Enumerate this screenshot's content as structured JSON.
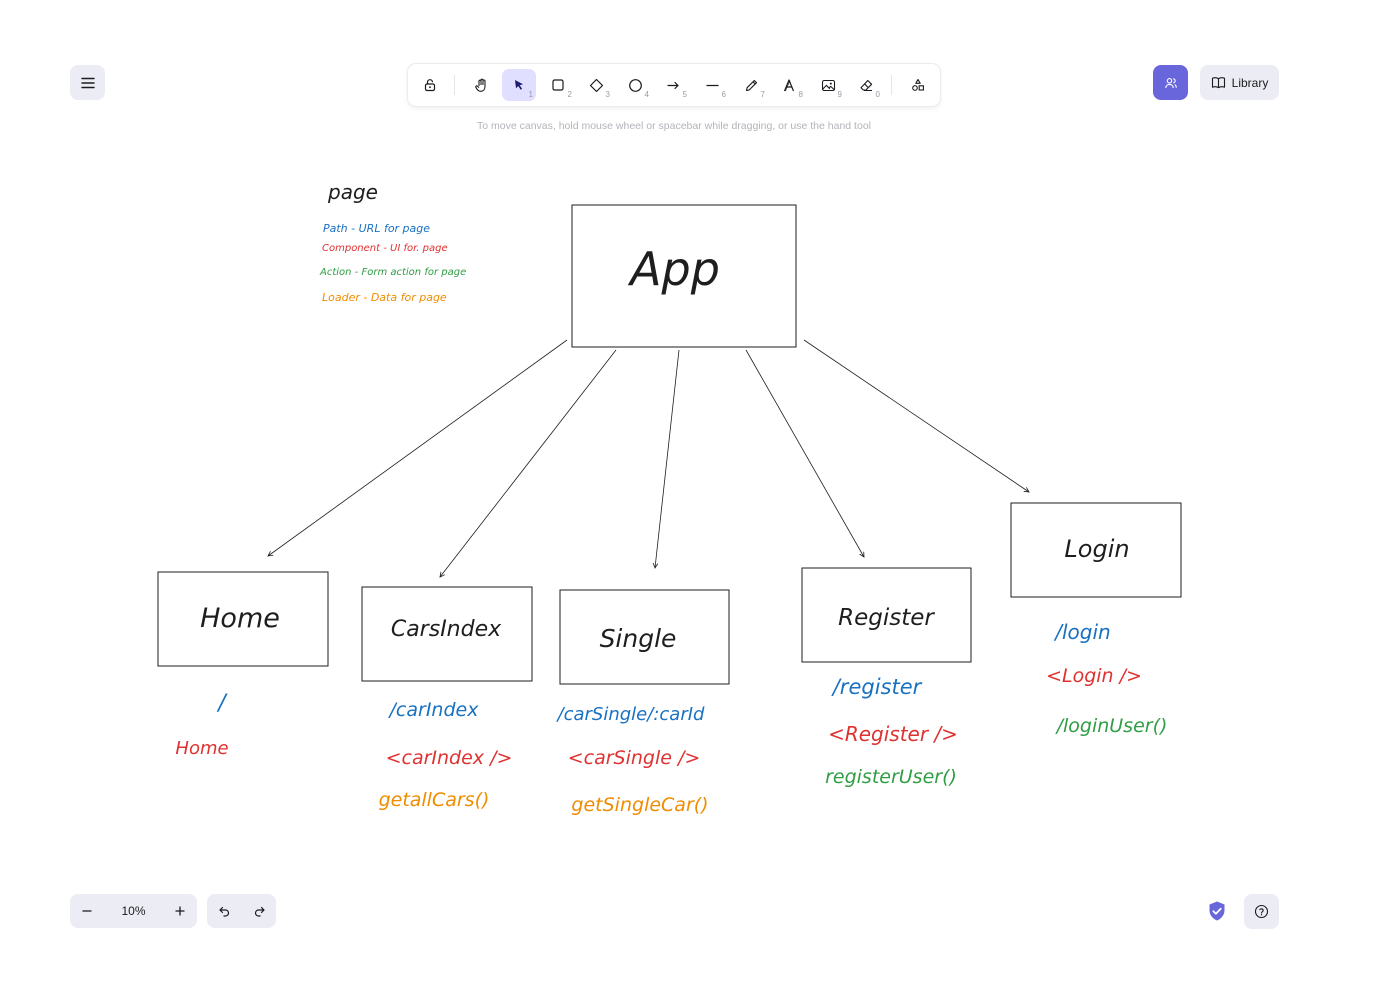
{
  "toolbar": {
    "tools": [
      {
        "name": "lock",
        "key": ""
      },
      {
        "name": "hand",
        "key": ""
      },
      {
        "name": "selection",
        "key": "1"
      },
      {
        "name": "rectangle",
        "key": "2"
      },
      {
        "name": "diamond",
        "key": "3"
      },
      {
        "name": "ellipse",
        "key": "4"
      },
      {
        "name": "arrow",
        "key": "5"
      },
      {
        "name": "line",
        "key": "6"
      },
      {
        "name": "draw",
        "key": "7"
      },
      {
        "name": "text",
        "key": "8"
      },
      {
        "name": "image",
        "key": "9"
      },
      {
        "name": "eraser",
        "key": "0"
      },
      {
        "name": "extra-tools",
        "key": ""
      }
    ],
    "active_tool": "selection"
  },
  "hint": "To move canvas, hold mouse wheel or spacebar while dragging, or use the hand tool",
  "library_label": "Library",
  "zoom": {
    "value": "10%"
  },
  "colors": {
    "accent": "#6965db",
    "path": "#1971c2",
    "component": "#e03131",
    "action": "#2f9e44",
    "loader": "#f08c00",
    "ink": "#1e1e1e"
  },
  "legend": {
    "title": "page",
    "items": [
      {
        "text": "Path - URL for page",
        "color": "path"
      },
      {
        "text": "Component - UI for. page",
        "color": "component"
      },
      {
        "text": "Action - Form action for page",
        "color": "action"
      },
      {
        "text": "Loader - Data for page",
        "color": "loader"
      }
    ]
  },
  "diagram": {
    "root": "App",
    "routes": [
      {
        "name": "Home",
        "path": "/",
        "component": "Home",
        "action": "",
        "loader": ""
      },
      {
        "name": "CarsIndex",
        "path": "/carIndex",
        "component": "<carIndex />",
        "action": "",
        "loader": "getallCars()"
      },
      {
        "name": "Single",
        "path": "/carSingle/:carId",
        "component": "<carSingle />",
        "action": "",
        "loader": "getSingleCar()"
      },
      {
        "name": "Register",
        "path": "/register",
        "component": "<Register />",
        "action": "registerUser()",
        "loader": ""
      },
      {
        "name": "Login",
        "path": "/login",
        "component": "<Login />",
        "action": "/loginUser()",
        "loader": ""
      }
    ]
  }
}
